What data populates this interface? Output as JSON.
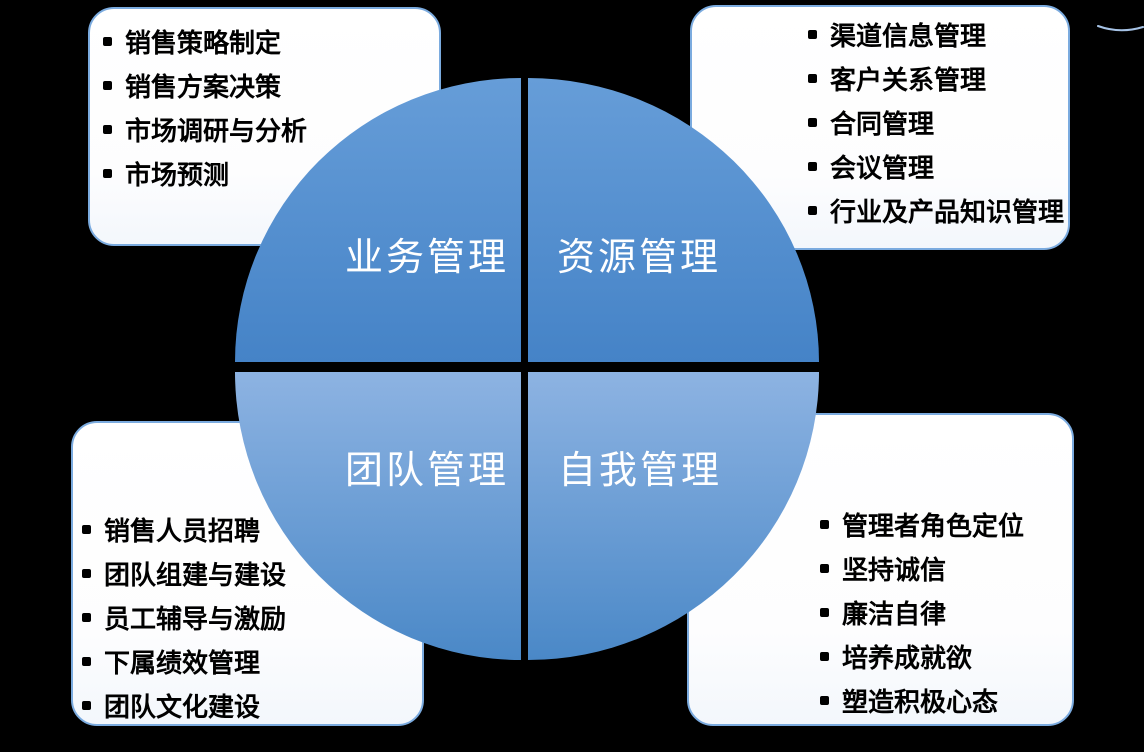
{
  "circle": {
    "quadrants": {
      "top_left": {
        "label": "业务管理"
      },
      "top_right": {
        "label": "资源管理"
      },
      "bottom_left": {
        "label": "团队管理"
      },
      "bottom_right": {
        "label": "自我管理"
      }
    }
  },
  "boxes": {
    "top_left": {
      "items": [
        "销售策略制定",
        "销售方案决策",
        "市场调研与分析",
        "市场预测"
      ]
    },
    "top_right": {
      "items": [
        "渠道信息管理",
        "客户关系管理",
        "合同管理",
        "会议管理",
        "行业及产品知识管理"
      ]
    },
    "bottom_left": {
      "items": [
        "销售人员招聘",
        "团队组建与建设",
        "员工辅导与激励",
        "下属绩效管理",
        "团队文化建设"
      ]
    },
    "bottom_right": {
      "items": [
        "管理者角色定位",
        "坚持诚信",
        "廉洁自律",
        "培养成就欲",
        "塑造积极心态"
      ]
    }
  },
  "colors": {
    "background": "#000000",
    "box_fill": "#ffffff",
    "box_border": "#7babdf",
    "list_text": "#000000",
    "quadrant_top_gradient_start": "#669dd8",
    "quadrant_top_gradient_end": "#4583c7",
    "quadrant_bottom_gradient_start": "#8db3e2",
    "quadrant_bottom_gradient_end": "#4a88c7",
    "quadrant_label_text": "#ffffff",
    "decorative_arc": "#a6c3e6"
  }
}
